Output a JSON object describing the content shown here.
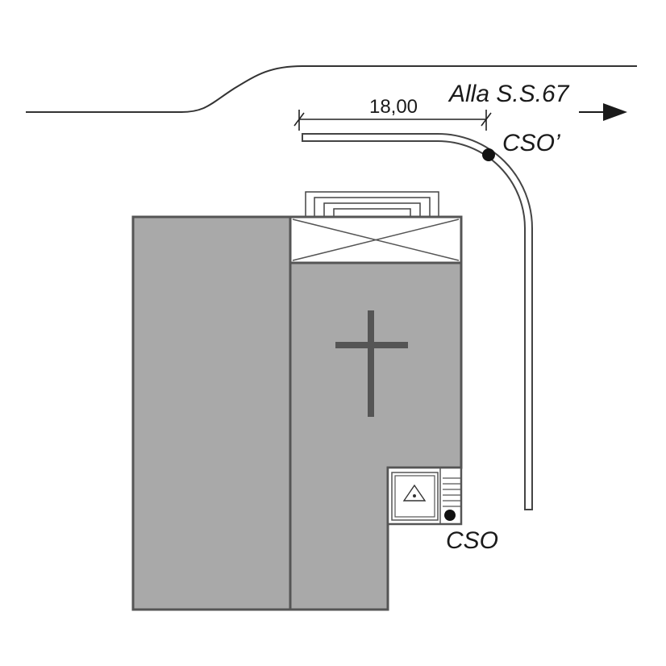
{
  "labels": {
    "dimension": "18,00",
    "road_direction": "Alla S.S.67",
    "point_upper": "CSO’",
    "point_lower": "CSO"
  },
  "colors": {
    "building_fill": "#a9a9a9",
    "outline": "#555555",
    "ink": "#1a1a1a",
    "background": "#ffffff"
  },
  "icons": {
    "church_symbol": "cross-icon",
    "direction": "arrow-right-icon",
    "equipment": "triangle-icon",
    "sample_point": "filled-circle-marker"
  }
}
